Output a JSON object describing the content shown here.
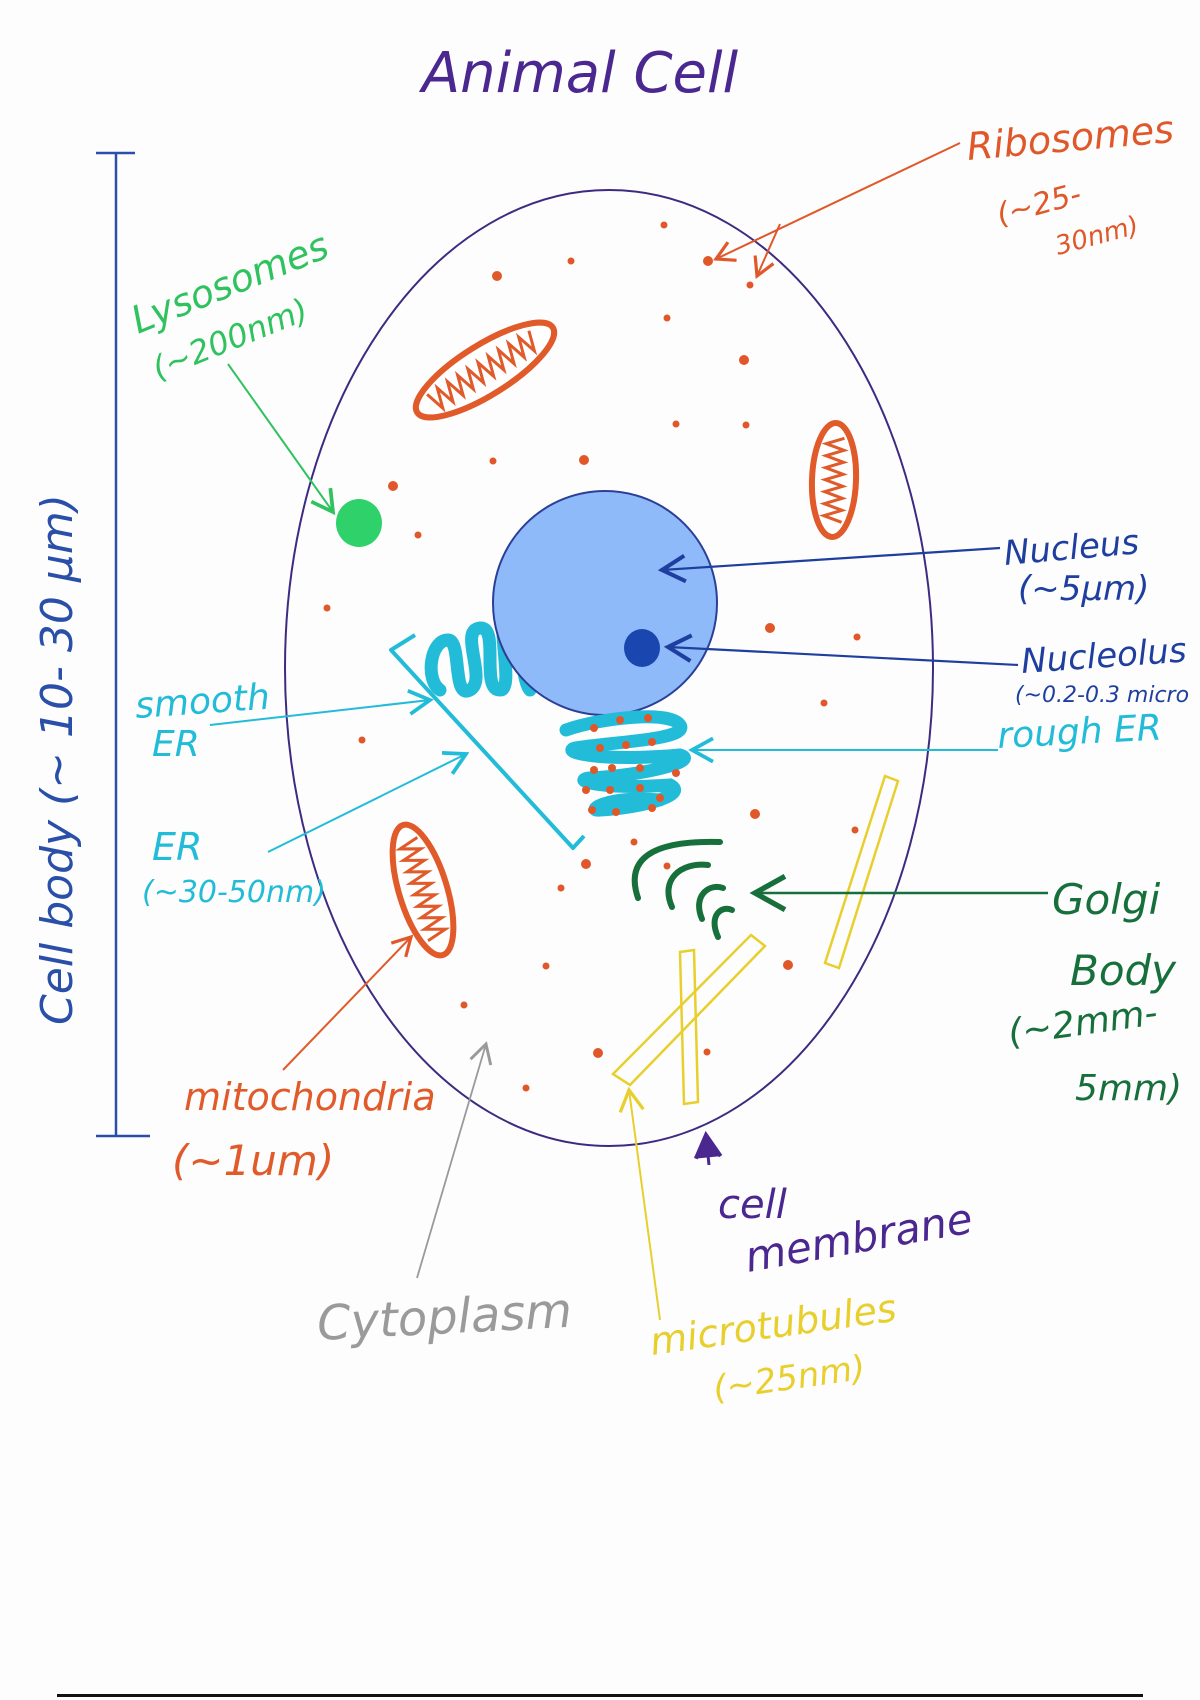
{
  "title": "Animal Cell",
  "colors": {
    "title": "#4b2790",
    "membrane": "#3e2a80",
    "ribosome": "#e0582a",
    "lysosome": "#2fd16a",
    "lysosome_label": "#2fc25e",
    "nucleus_fill": "#8fbafa",
    "nucleus_stroke": "#2b3f99",
    "nucleolus": "#1a46b0",
    "nucleus_label": "#1f3fa0",
    "er": "#22bcd8",
    "golgi": "#17703c",
    "mitochondria": "#e05a2a",
    "microtubule": "#e8cf2e",
    "cytoplasm": "#9a9a9a",
    "scale": "#2a4fa8"
  },
  "scale_bar": {
    "label": "Cell body (~10-30 um)",
    "label_display": "Cell body (~ 10- 30 µm)"
  },
  "labels": {
    "ribosomes": {
      "name": "Ribosomes",
      "size_line1": "(~25-",
      "size_line2": "30nm)"
    },
    "lysosomes": {
      "name": "Lysosomes",
      "size": "(~200nm)"
    },
    "nucleus": {
      "name": "Nucleus",
      "size": "(~5µm)"
    },
    "nucleolus": {
      "name": "Nucleolus",
      "size": "(~0.2-0.3 micro"
    },
    "rough_er": {
      "name": "rough ER"
    },
    "smooth_er": {
      "name_line1": "smooth",
      "name_line2": "ER"
    },
    "er": {
      "name": "ER",
      "size": "(~30-50nm)"
    },
    "golgi": {
      "name_line1": "Golgi",
      "name_line2": "Body",
      "size_line1": "(~2mm-",
      "size_line2": "5mm)"
    },
    "mitochondria": {
      "name": "mitochondria",
      "size": "(~1um)"
    },
    "cytoplasm": {
      "name": "Cytoplasm"
    },
    "cell_membrane": {
      "name_line1": "cell",
      "name_line2": "membrane"
    },
    "microtubules": {
      "name": "microtubules",
      "size": "(~25nm)"
    }
  }
}
